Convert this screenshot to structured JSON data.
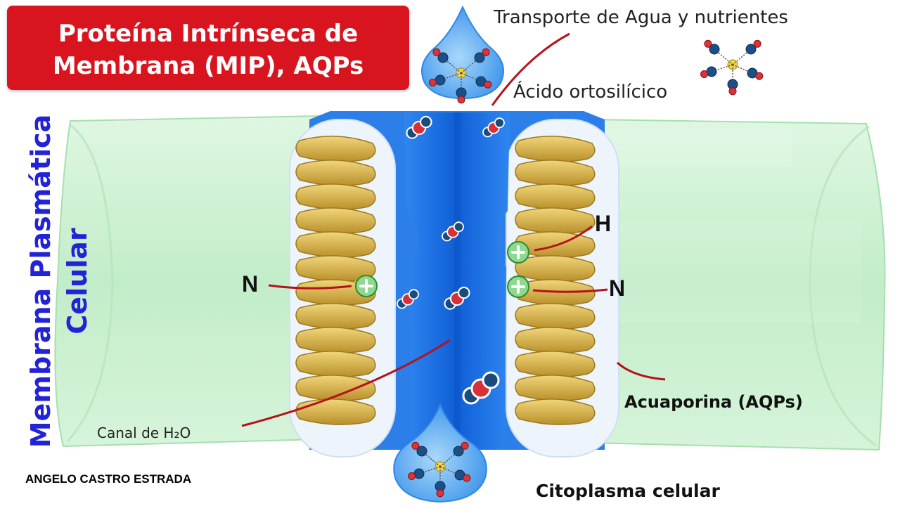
{
  "title": {
    "line1": "Proteína Intrínseca de",
    "line2": "Membrana (MIP), AQPs"
  },
  "side_label": {
    "line1": "Membrana Plasmática",
    "line2": "Celular"
  },
  "labels": {
    "transport": "Transporte de Agua y nutrientes",
    "silicic_acid": "Ácido ortosilícico",
    "channel": "Canal de H₂O",
    "aquaporin": "Acuaporina (AQPs)",
    "cytoplasm": "Citoplasma celular",
    "n_left": "N",
    "n_right": "N",
    "h_right": "H"
  },
  "author": "ANGELO CASTRO ESTRADA",
  "colors": {
    "title_bg": "#d8141f",
    "membrane": "#c9f0cf",
    "channel_blue": "#1e6fe0",
    "helix": "#d8b44a",
    "side_text": "#2222d6",
    "pointer": "#b5121b"
  },
  "icons": {
    "helix": "alpha-helix-icon",
    "charge": "positive-charge-icon",
    "molecule": "water-molecule-icon"
  }
}
